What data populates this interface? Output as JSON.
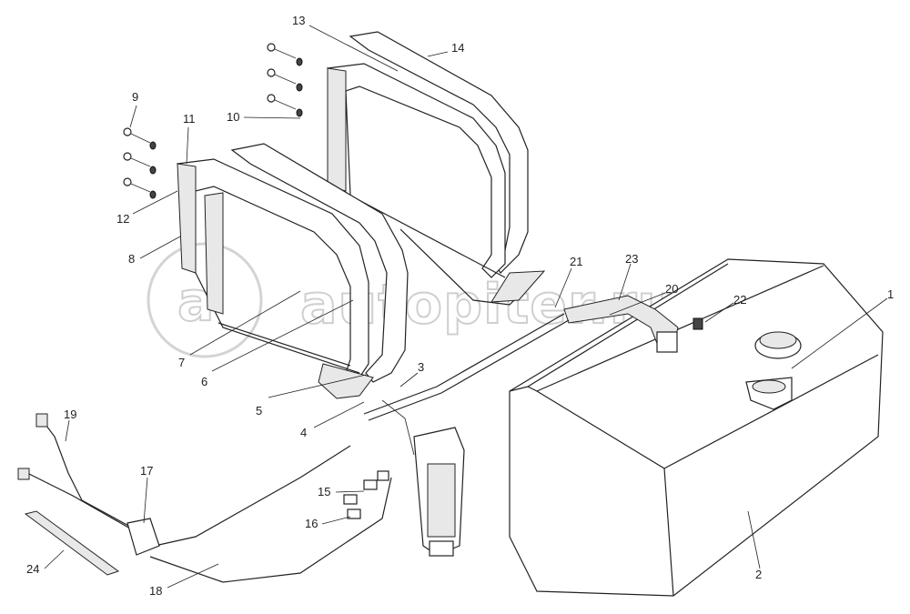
{
  "diagram": {
    "watermark": "autopiter.ru",
    "callouts": [
      {
        "id": "1",
        "label": "1"
      },
      {
        "id": "2",
        "label": "2"
      },
      {
        "id": "3",
        "label": "3"
      },
      {
        "id": "4",
        "label": "4"
      },
      {
        "id": "5",
        "label": "5"
      },
      {
        "id": "6",
        "label": "6"
      },
      {
        "id": "7",
        "label": "7"
      },
      {
        "id": "8",
        "label": "8"
      },
      {
        "id": "9",
        "label": "9"
      },
      {
        "id": "10",
        "label": "10"
      },
      {
        "id": "11",
        "label": "11"
      },
      {
        "id": "12",
        "label": "12"
      },
      {
        "id": "13",
        "label": "13"
      },
      {
        "id": "14",
        "label": "14"
      },
      {
        "id": "15",
        "label": "15"
      },
      {
        "id": "16",
        "label": "16"
      },
      {
        "id": "17",
        "label": "17"
      },
      {
        "id": "18",
        "label": "18"
      },
      {
        "id": "19",
        "label": "19"
      },
      {
        "id": "20",
        "label": "20"
      },
      {
        "id": "21",
        "label": "21"
      },
      {
        "id": "22",
        "label": "22"
      },
      {
        "id": "23",
        "label": "23"
      },
      {
        "id": "24",
        "label": "24"
      }
    ]
  }
}
